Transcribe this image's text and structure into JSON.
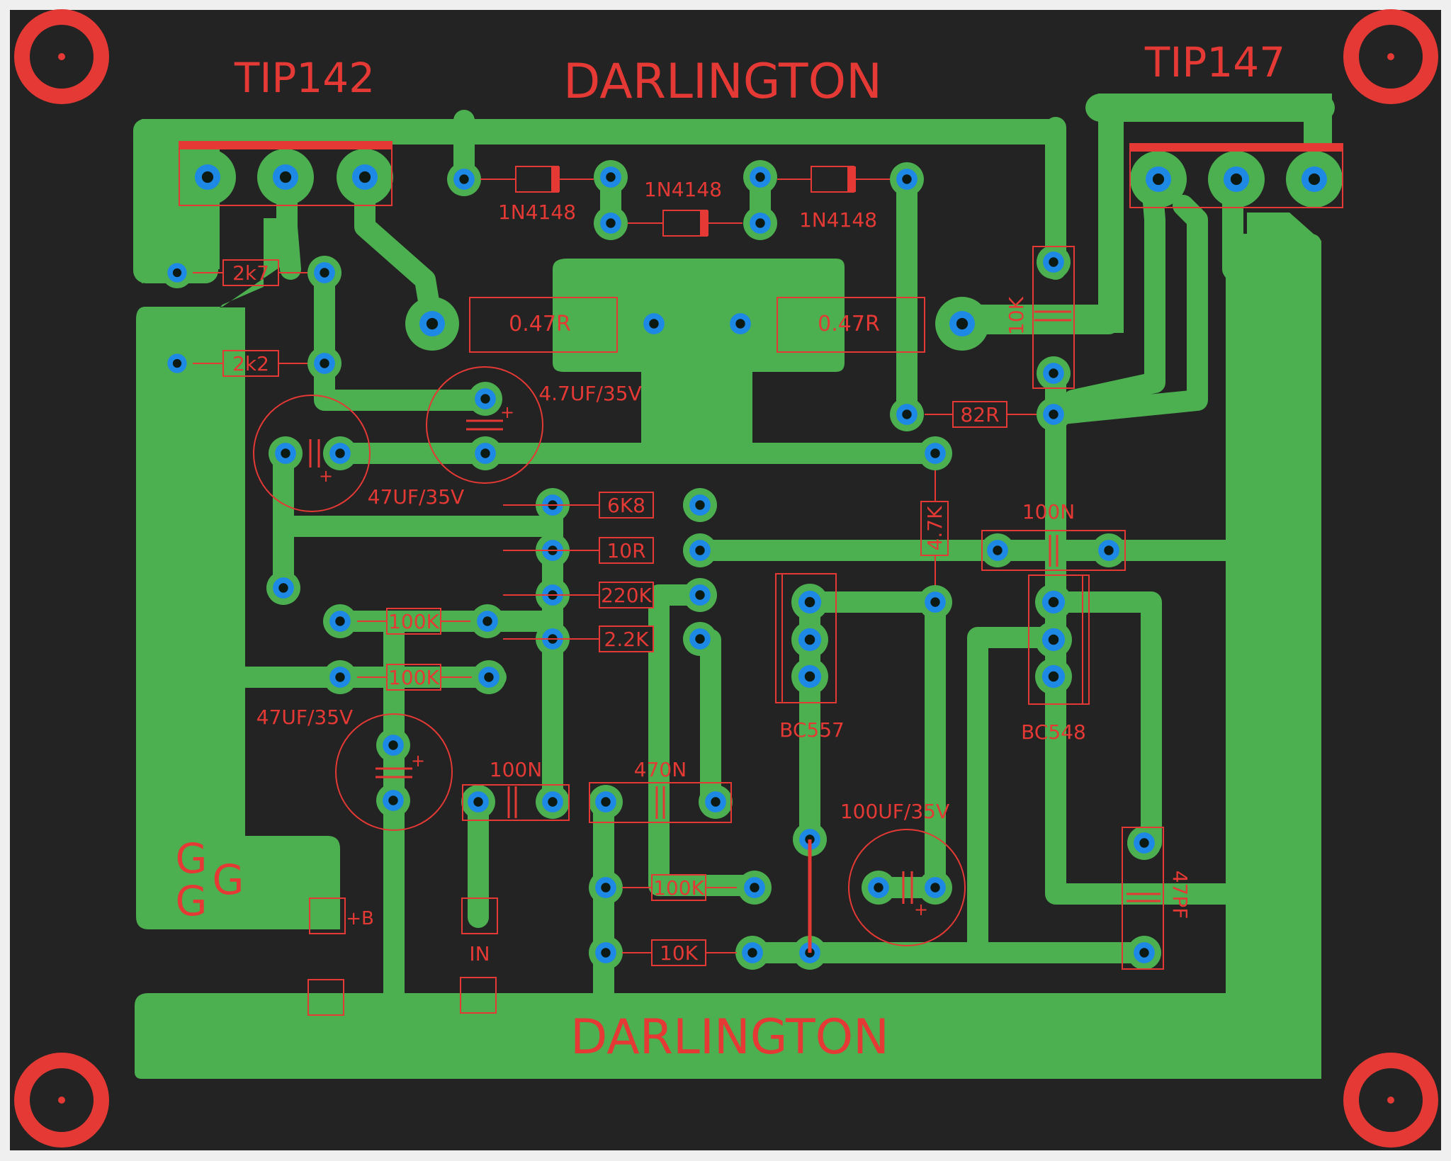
{
  "colors": {
    "background": "#efefef",
    "board": "#222322",
    "copper": "#4caf50",
    "silkscreen": "#e53935",
    "pad": "#1e88e5",
    "drill": "#0d1a14"
  },
  "titles": {
    "top": "DARLINGTON",
    "bottom": "DARLINGTON",
    "left_transistor": "TIP142",
    "right_transistor": "TIP147"
  },
  "labels": {
    "d1": "1N4148",
    "d2": "1N4148",
    "d3": "1N4148",
    "r_2k7": "2k7",
    "r_2k2": "2k2",
    "r_047_left": "0.47R",
    "r_047_right": "0.47R",
    "r_10k_vertical": "10K",
    "r_82r": "82R",
    "c_47uf_left": "47UF/35V",
    "c_47uf_lower": "47UF/35V",
    "c_47uf_top": "4.7UF/35V",
    "r_6k8": "6K8",
    "r_10r": "10R",
    "r_220k": "220K",
    "r_2_2k": "2.2K",
    "r_4_7k": "4.7K",
    "c_100n_right": "100N",
    "r_100k_a": "100K",
    "r_100k_b": "100K",
    "c_100n_left": "100N",
    "c_470n": "470N",
    "q_bc557": "BC557",
    "q_bc548": "BC548",
    "c_100uf": "100UF/35V",
    "r_100k_bottom": "100K",
    "r_10k_bottom": "10K",
    "c_47pf": "47PF",
    "conn_b": "+B",
    "conn_in": "IN",
    "ground_logo": [
      "G",
      "G",
      "G"
    ]
  },
  "icons": {
    "mounting_holes": [
      "mounting-hole-icon",
      "mounting-hole-icon",
      "mounting-hole-icon",
      "mounting-hole-icon"
    ],
    "pads": "pad-icon"
  }
}
